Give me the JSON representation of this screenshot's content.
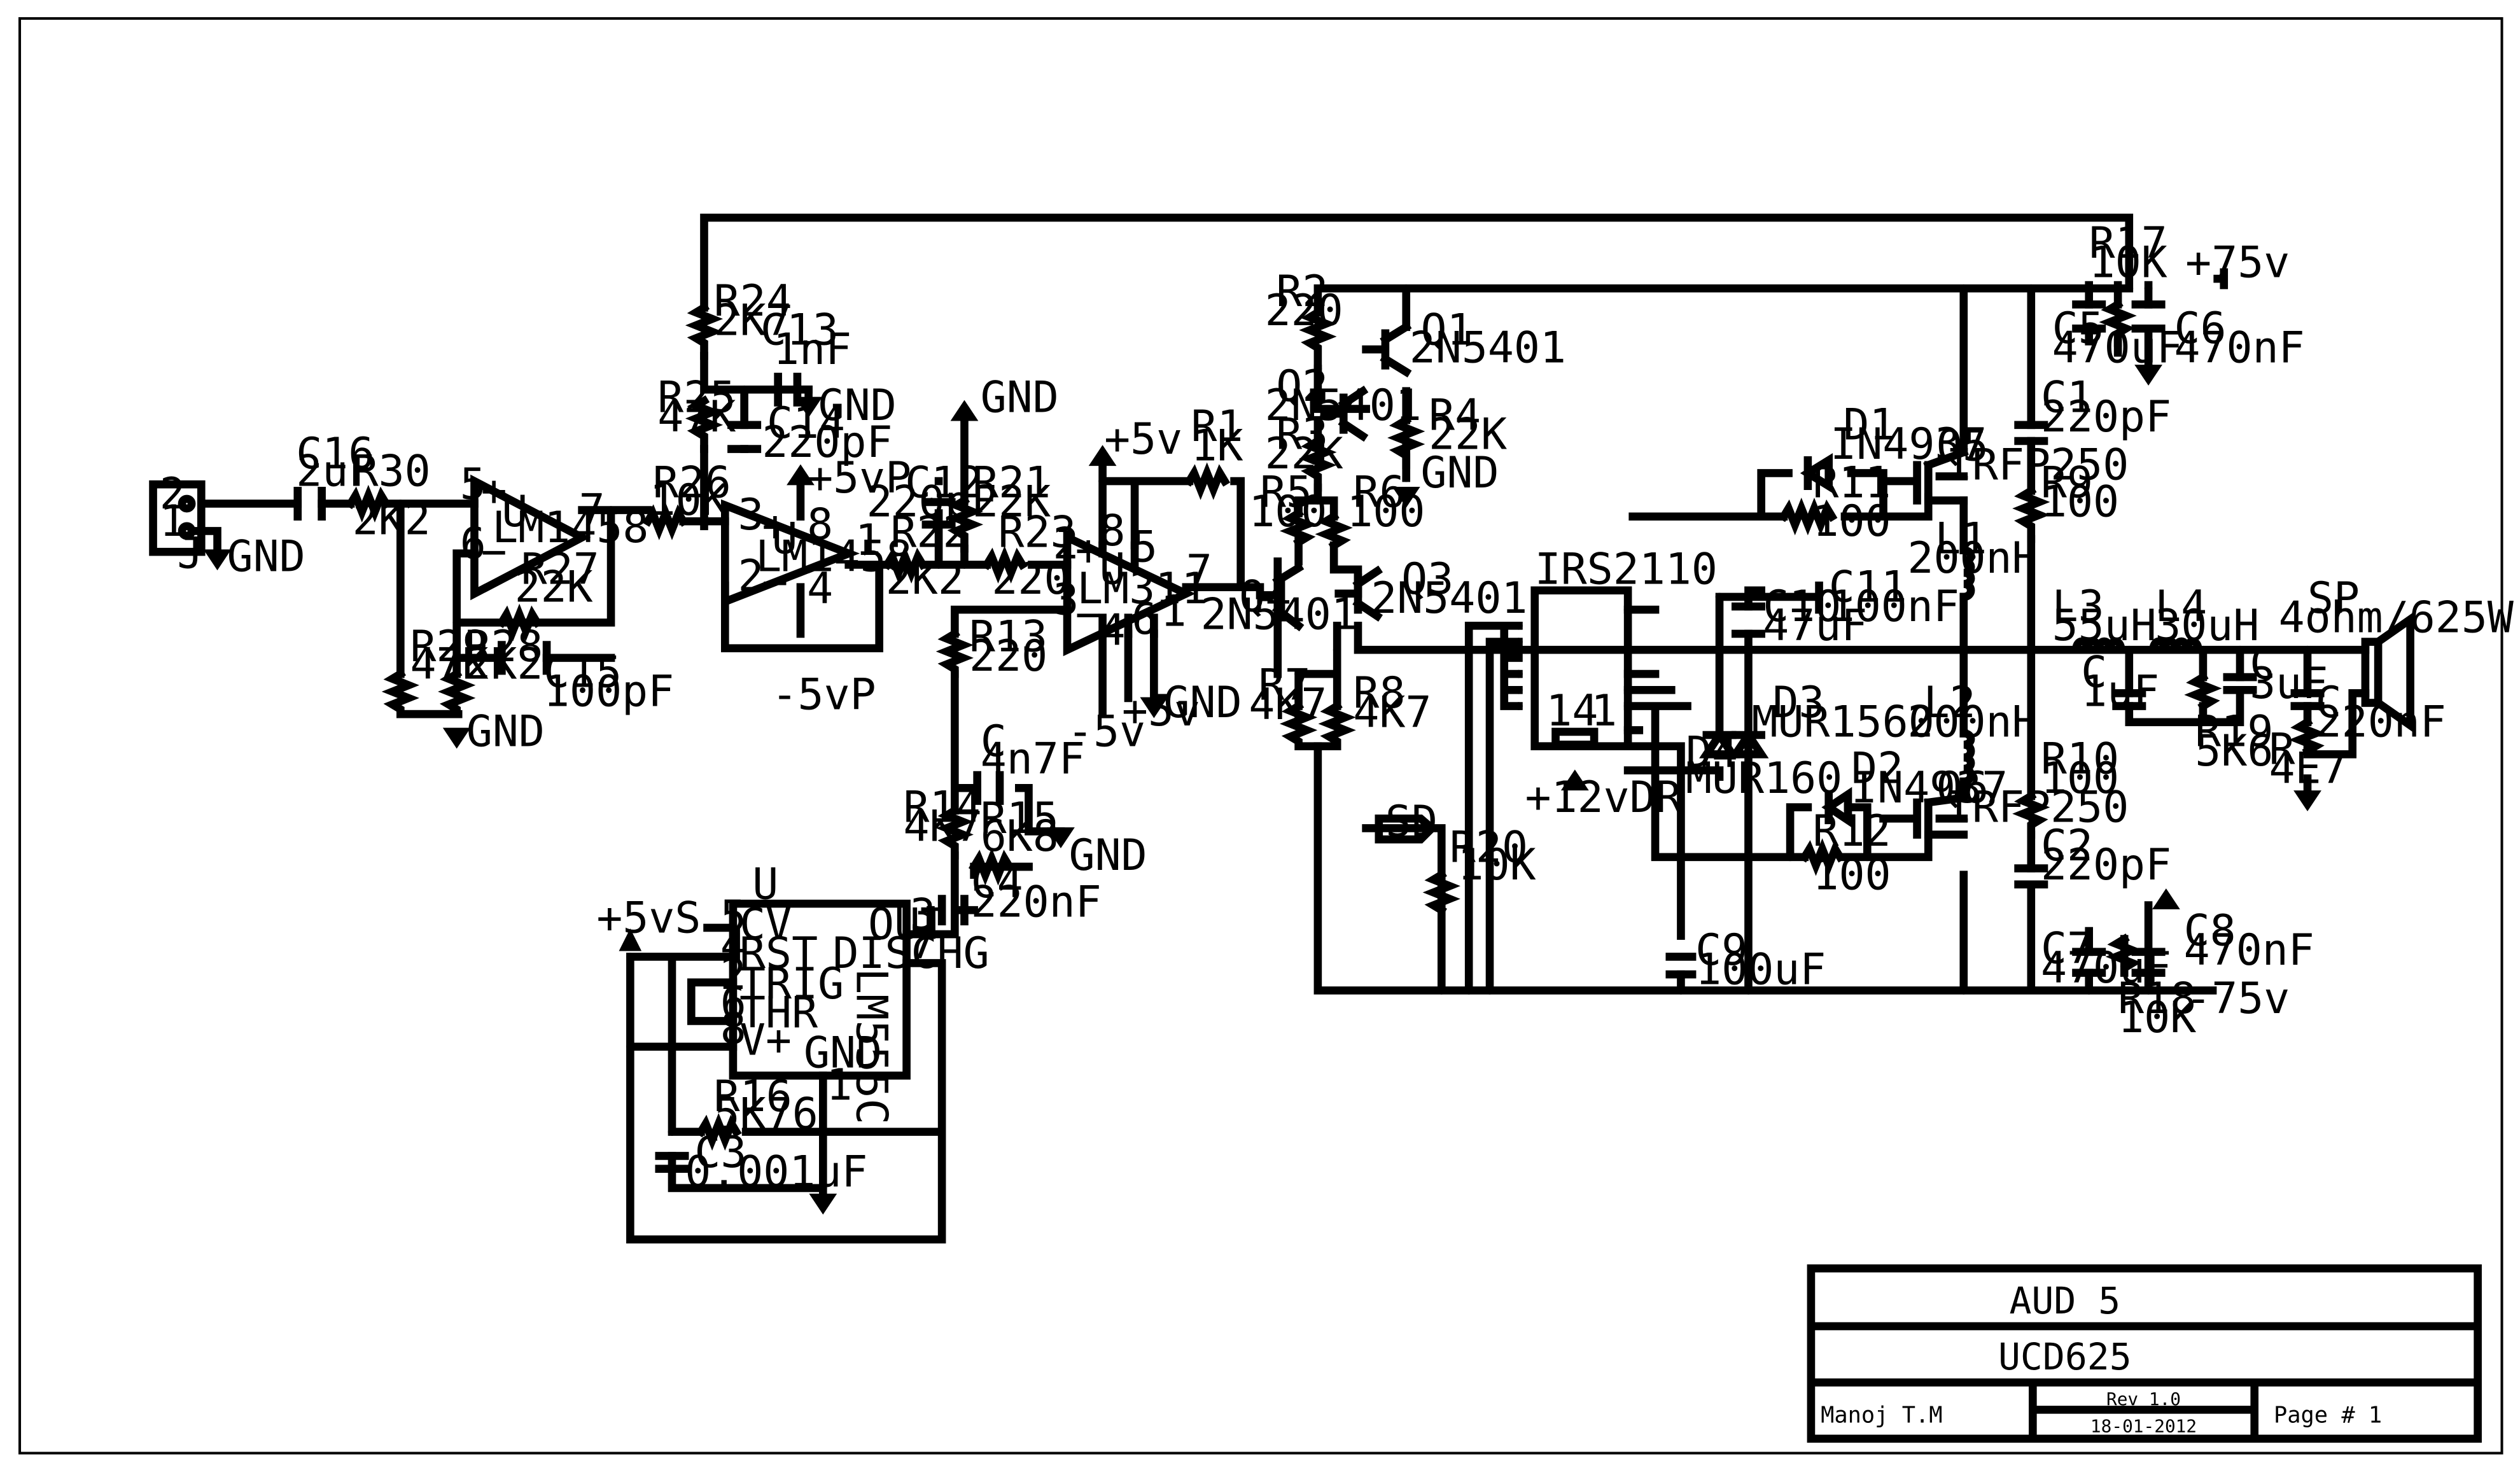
{
  "title_block": {
    "project": "AUD 5",
    "title": "UCD625",
    "author": "Manoj T.M",
    "revision": "Rev 1.0",
    "date": "18-01-2012",
    "page": "Page # 1"
  },
  "nets": {
    "gnd": "GND",
    "plus5": "+5v",
    "plus5p": "+5vP",
    "minus5p": "-5vP",
    "minus5": "-5v",
    "plus5s": "+5vS",
    "plus75": "+75v",
    "minus75": "-75v",
    "plus12dr": "+12vDR",
    "sd": "SD"
  },
  "connector": {
    "ref": "J",
    "pin2": "2",
    "pin1": "1"
  },
  "parts": {
    "c16": [
      "C16",
      "2uF"
    ],
    "r30": [
      "R30",
      "2K2"
    ],
    "u1": [
      "U",
      "LM1458"
    ],
    "r27": [
      "R27",
      "22K"
    ],
    "c15": [
      "C15",
      "100pF"
    ],
    "r29": [
      "R29",
      "47K"
    ],
    "r28": [
      "R28",
      "2K2"
    ],
    "r24": [
      "R24",
      "2K7"
    ],
    "c13": [
      "C13",
      "1nF"
    ],
    "r25": [
      "R25",
      "47K"
    ],
    "c14": [
      "C14",
      "220pF"
    ],
    "r26": [
      "R26",
      "10K"
    ],
    "u2": [
      "U",
      "LM1458"
    ],
    "c12": [
      "C12",
      "220pF"
    ],
    "r21": [
      "R21",
      "22K"
    ],
    "r22": [
      "R22",
      "2K2"
    ],
    "r23": [
      "R23",
      "220"
    ],
    "r13": [
      "R13",
      "220"
    ],
    "c_4n7": [
      "C",
      "4n7F"
    ],
    "r15": [
      "R15",
      "6K8"
    ],
    "r14": [
      "R14",
      "4K7"
    ],
    "c4": [
      "C4",
      "220nF"
    ],
    "u3": [
      "U",
      "LM311"
    ],
    "r1": [
      "R1",
      "1K"
    ],
    "u4": [
      "U",
      "LM555C"
    ],
    "r16": [
      "R16",
      "5K76"
    ],
    "c3": [
      "C3",
      "0.001uF"
    ],
    "r2": [
      "R2",
      "220"
    ],
    "q1": [
      "Q1",
      "2N5401"
    ],
    "q2": [
      "Q2",
      "2N5401"
    ],
    "r3": [
      "R3",
      "22K"
    ],
    "r4": [
      "R4",
      "22K"
    ],
    "r5": [
      "R5",
      "100"
    ],
    "r6": [
      "R6",
      "100"
    ],
    "q3": [
      "Q3",
      "2N5401"
    ],
    "q4": [
      "Q4",
      "2N5401"
    ],
    "r7": [
      "R7",
      "4K7"
    ],
    "r8": [
      "R8",
      "4K7"
    ],
    "r20": [
      "R20",
      "10K"
    ],
    "irs": [
      "IRS2110",
      ""
    ],
    "c9": [
      "C9",
      "100uF"
    ],
    "d4": [
      "D4",
      "MUR160"
    ],
    "d3": [
      "D3",
      "MUR1560"
    ],
    "c10": [
      "C10",
      "47uF"
    ],
    "c11": [
      "C11",
      "100nF"
    ],
    "d1": [
      "D1",
      "IN4937"
    ],
    "r11": [
      "R11",
      "100"
    ],
    "d2": [
      "D2",
      "IN4937"
    ],
    "r12": [
      "R12",
      "100"
    ],
    "q5": [
      "Q5",
      "IRFP250"
    ],
    "q6": [
      "Q6",
      "IRFP250"
    ],
    "l1": [
      "L1",
      "200nH"
    ],
    "l2": [
      "L2",
      "200nH"
    ],
    "r17": [
      "R17",
      "10K"
    ],
    "c5": [
      "C5",
      "470uF"
    ],
    "c6": [
      "C6",
      "470nF"
    ],
    "c1": [
      "C1",
      "220pF"
    ],
    "r9": [
      "R9",
      "100"
    ],
    "r10": [
      "R10",
      "100"
    ],
    "c2": [
      "C2",
      "220pF"
    ],
    "c7": [
      "C7",
      "470uF"
    ],
    "c8": [
      "C8",
      "470nF"
    ],
    "r18": [
      "R18",
      "10K"
    ],
    "l3": [
      "L3",
      "55uH"
    ],
    "l4": [
      "L4",
      "30uH"
    ],
    "c_1uf": [
      "C",
      "1uF"
    ],
    "c_3uf": [
      "C",
      "3uF"
    ],
    "r19": [
      "R19",
      "5K6"
    ],
    "c_220n": [
      "C",
      "220nF"
    ],
    "r_4e7": [
      "R",
      "4E7"
    ],
    "sp": [
      "SP",
      "4ohm/625W"
    ]
  },
  "pins": {
    "u1": [
      "5",
      "6",
      "7",
      "+",
      "−"
    ],
    "u2": [
      "3",
      "2",
      "8",
      "4",
      "1",
      "+",
      "−"
    ],
    "u3": [
      "2",
      "3",
      "8",
      "5",
      "4",
      "6",
      "1",
      "7",
      "+",
      "−"
    ],
    "u4": [
      "CV",
      "RST",
      "TRIG",
      "THR",
      "V+",
      "OUT",
      "DISCHG",
      "GND",
      "5",
      "4",
      "2",
      "6",
      "8",
      "3",
      "7",
      "1"
    ],
    "irs": [
      "14",
      "1"
    ]
  }
}
